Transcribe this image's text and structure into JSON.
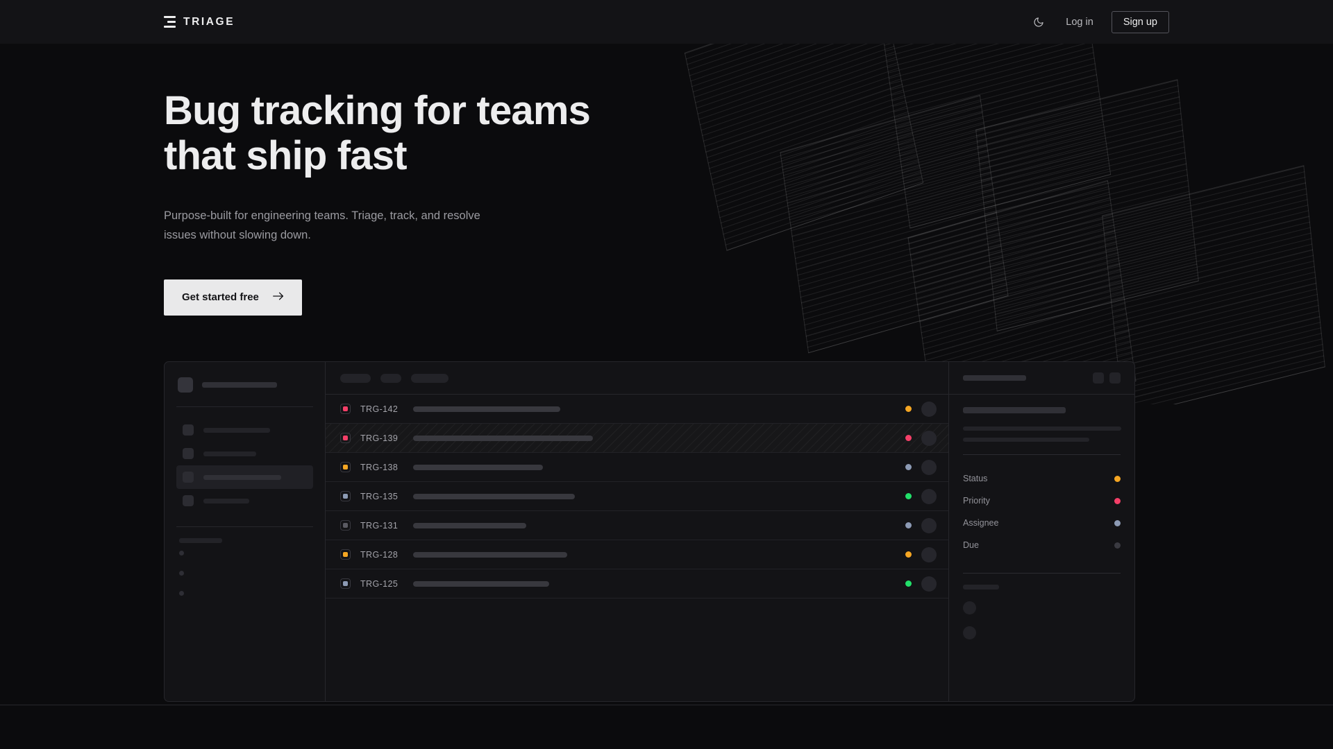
{
  "nav": {
    "brand": "TRIAGE",
    "brand_icon": "triage-bars-logo",
    "theme_toggle_icon": "moon-icon",
    "login_label": "Log in",
    "signup_label": "Sign up"
  },
  "hero": {
    "heading_line1": "Bug tracking for teams",
    "heading_line2": "that ship fast",
    "subtext": "Purpose-built for engineering teams. Triage, track, and resolve issues without slowing down.",
    "cta_label": "Get started free",
    "cta_icon": "arrow-right-icon"
  },
  "colors": {
    "page_bg": "#0b0b0d",
    "surface": "#131316",
    "border": "#26262b",
    "text_primary": "#ededee",
    "text_muted": "#9b9ba1",
    "cta_bg": "#e9e9ea",
    "priority_urgent": "#f43f68",
    "priority_high": "#f5a623",
    "priority_medium": "#8c9ab4",
    "priority_low": "#5a5a62",
    "status_in_progress": "#f5a623",
    "status_blocked": "#f43f68",
    "status_todo": "#8c9ab4",
    "status_done": "#22e06a"
  },
  "mock": {
    "sidebar": {
      "logo_skeleton_width": 108,
      "nav_items": [
        {
          "width": 96,
          "active": false
        },
        {
          "width": 76,
          "active": false
        },
        {
          "width": 112,
          "active": true
        },
        {
          "width": 66,
          "active": false
        }
      ],
      "section_label_width": 62,
      "sub_items": [
        1,
        2,
        3
      ]
    },
    "toolbar": {
      "chips": [
        44,
        30,
        54
      ]
    },
    "list_columns": [
      "priority",
      "id",
      "title",
      "status",
      "assignee"
    ],
    "rows": [
      {
        "id": "TRG-142",
        "priority": "urgent",
        "priority_color": "#f43f68",
        "status": "in-progress",
        "status_color": "#f5a623",
        "title_width": 212,
        "selected": false
      },
      {
        "id": "TRG-139",
        "priority": "urgent",
        "priority_color": "#f43f68",
        "status": "blocked",
        "status_color": "#f43f68",
        "title_width": 259,
        "selected": true
      },
      {
        "id": "TRG-138",
        "priority": "high",
        "priority_color": "#f5a623",
        "status": "todo",
        "status_color": "#8c9ab4",
        "title_width": 187,
        "selected": false
      },
      {
        "id": "TRG-135",
        "priority": "medium",
        "priority_color": "#8c9ab4",
        "status": "done",
        "status_color": "#22e06a",
        "title_width": 233,
        "selected": false
      },
      {
        "id": "TRG-131",
        "priority": "low",
        "priority_color": "#5a5a62",
        "status": "todo",
        "status_color": "#8c9ab4",
        "title_width": 163,
        "selected": false
      },
      {
        "id": "TRG-128",
        "priority": "high",
        "priority_color": "#f5a623",
        "status": "in-progress",
        "status_color": "#f5a623",
        "title_width": 222,
        "selected": false
      },
      {
        "id": "TRG-125",
        "priority": "medium",
        "priority_color": "#8c9ab4",
        "status": "done",
        "status_color": "#22e06a",
        "title_width": 196,
        "selected": false
      }
    ],
    "detail": {
      "title_skeleton_width": 91,
      "header_buttons": [
        "detail-action-one",
        "detail-action-two"
      ],
      "body_title_width": 148,
      "body_lines": [
        228,
        182
      ],
      "meta": [
        {
          "label": "Status",
          "color": "#f5a623"
        },
        {
          "label": "Priority",
          "color": "#f43f68"
        },
        {
          "label": "Assignee",
          "color": "#8c9ab4"
        },
        {
          "label": "Due",
          "color": "#3a3a41"
        }
      ],
      "activity_label_width": 52,
      "comment_count": 2
    }
  }
}
